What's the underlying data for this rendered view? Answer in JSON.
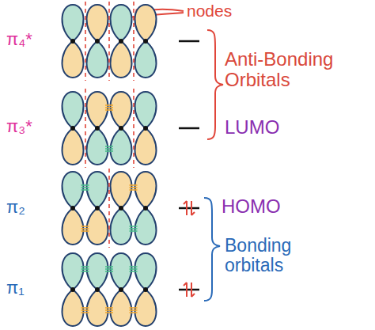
{
  "diagram": {
    "labels": [
      "nodes",
      "π₄*",
      "Anti-Bonding Orbitals",
      "π₃*",
      "LUMO",
      "π₂",
      "HOMO",
      "π₁",
      "Bonding orbitals"
    ]
  }
}
